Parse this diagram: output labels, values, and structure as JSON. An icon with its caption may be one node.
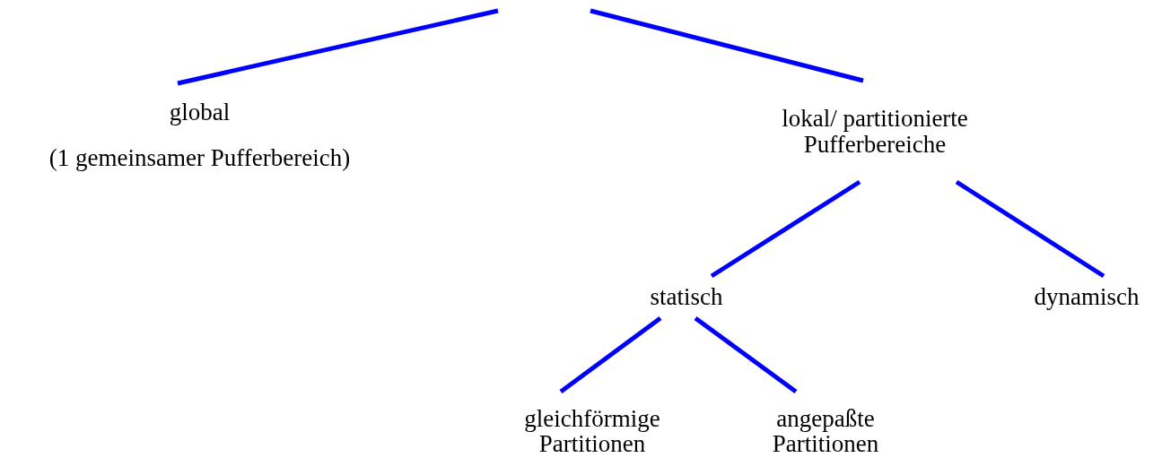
{
  "diagram": {
    "nodes": [
      {
        "text": [
          "global",
          "(1 gemeinsamer Pufferbereich)"
        ]
      },
      {
        "text": [
          "lokal/ partitionierte Pufferbereiche"
        ]
      },
      {
        "text": [
          "statisch"
        ]
      },
      {
        "text": [
          "dynamisch"
        ]
      },
      {
        "text": [
          "gleichförmige Partitionen"
        ]
      },
      {
        "text": [
          "angepaßte Partitionen"
        ]
      }
    ],
    "edges": [
      {
        "from": null,
        "to": 0,
        "arrow": "none"
      },
      {
        "from": null,
        "to": 1,
        "arrow": "none"
      },
      {
        "from": 1,
        "to": 2,
        "arrow": "none"
      },
      {
        "from": 1,
        "to": 3,
        "arrow": "none"
      },
      {
        "from": 2,
        "to": 4,
        "arrow": "none"
      },
      {
        "from": 2,
        "to": 5,
        "arrow": "none"
      }
    ]
  }
}
